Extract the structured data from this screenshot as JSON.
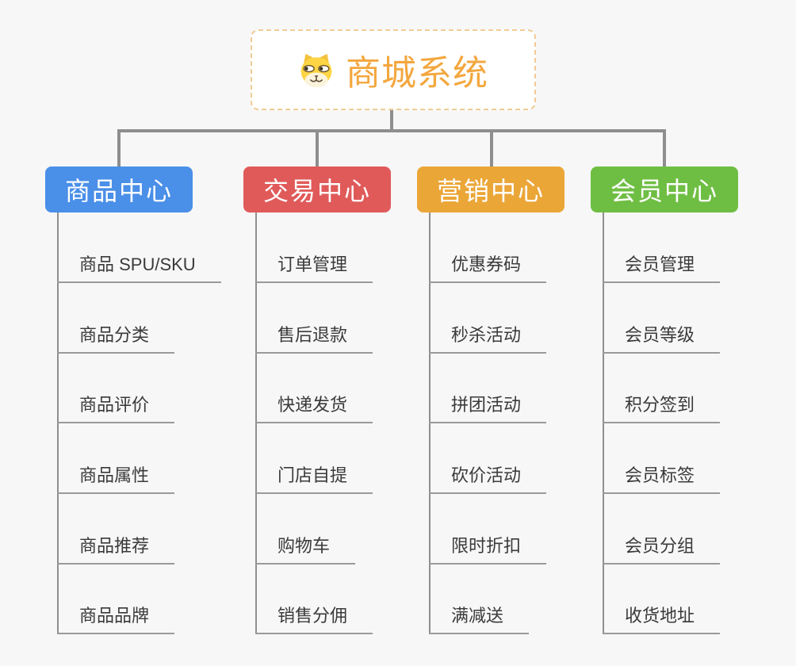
{
  "canvas": {
    "background": "#f7f7f7",
    "connector_color": "#8e8e8e",
    "underline_color": "#9a9a9a",
    "child_text_color": "#3a3a3a"
  },
  "root": {
    "title": "商城系统",
    "icon": "dog-face-icon",
    "title_color": "#f3a73e",
    "border_color": "#f0cb96",
    "background": "#ffffff"
  },
  "branches": [
    {
      "label": "商品中心",
      "color": "#4a8fe8",
      "children": [
        "商品 SPU/SKU",
        "商品分类",
        "商品评价",
        "商品属性",
        "商品推荐",
        "商品品牌"
      ]
    },
    {
      "label": "交易中心",
      "color": "#e05a5a",
      "children": [
        "订单管理",
        "售后退款",
        "快递发货",
        "门店自提",
        "购物车",
        "销售分佣"
      ]
    },
    {
      "label": "营销中心",
      "color": "#eba638",
      "children": [
        "优惠券码",
        "秒杀活动",
        "拼团活动",
        "砍价活动",
        "限时折扣",
        "满减送"
      ]
    },
    {
      "label": "会员中心",
      "color": "#6fbe44",
      "children": [
        "会员管理",
        "会员等级",
        "积分签到",
        "会员标签",
        "会员分组",
        "收货地址"
      ]
    }
  ]
}
